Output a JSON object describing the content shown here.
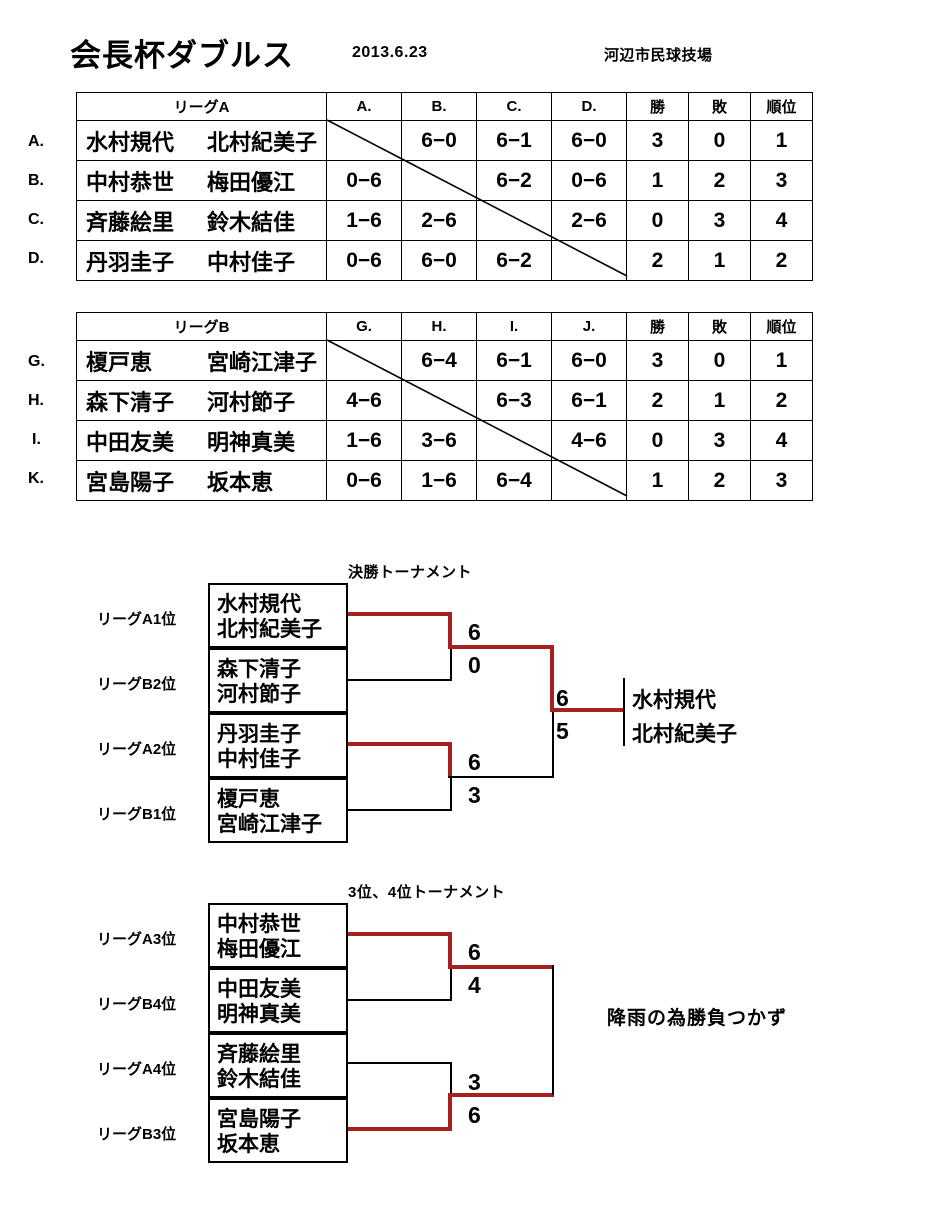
{
  "header": {
    "title": "会長杯ダブルス",
    "date": "2013.6.23",
    "venue": "河辺市民球技場"
  },
  "league_a": {
    "name_header": "リーグA",
    "columns": [
      "A.",
      "B.",
      "C.",
      "D.",
      "勝",
      "敗",
      "順位"
    ],
    "rows": [
      {
        "letter": "A.",
        "p1": "水村規代",
        "p2": "北村紀美子",
        "scores": [
          "",
          "6−0",
          "6−1",
          "6−0"
        ],
        "win": "3",
        "loss": "0",
        "rank": "1"
      },
      {
        "letter": "B.",
        "p1": "中村恭世",
        "p2": "梅田優江",
        "scores": [
          "0−6",
          "",
          "6−2",
          "0−6"
        ],
        "win": "1",
        "loss": "2",
        "rank": "3"
      },
      {
        "letter": "C.",
        "p1": "斉藤絵里",
        "p2": "鈴木結佳",
        "scores": [
          "1−6",
          "2−6",
          "",
          "2−6"
        ],
        "win": "0",
        "loss": "3",
        "rank": "4"
      },
      {
        "letter": "D.",
        "p1": "丹羽圭子",
        "p2": "中村佳子",
        "scores": [
          "0−6",
          "6−0",
          "6−2",
          ""
        ],
        "win": "2",
        "loss": "1",
        "rank": "2"
      }
    ]
  },
  "league_b": {
    "name_header": "リーグB",
    "columns": [
      "G.",
      "H.",
      "I.",
      "J.",
      "勝",
      "敗",
      "順位"
    ],
    "rows": [
      {
        "letter": "G.",
        "p1": "榎戸恵",
        "p2": "宮崎江津子",
        "scores": [
          "",
          "6−4",
          "6−1",
          "6−0"
        ],
        "win": "3",
        "loss": "0",
        "rank": "1"
      },
      {
        "letter": "H.",
        "p1": "森下清子",
        "p2": "河村節子",
        "scores": [
          "4−6",
          "",
          "6−3",
          "6−1"
        ],
        "win": "2",
        "loss": "1",
        "rank": "2"
      },
      {
        "letter": "I.",
        "p1": "中田友美",
        "p2": "明神真美",
        "scores": [
          "1−6",
          "3−6",
          "",
          "4−6"
        ],
        "win": "0",
        "loss": "3",
        "rank": "4"
      },
      {
        "letter": "K.",
        "p1": "宮島陽子",
        "p2": "坂本恵",
        "scores": [
          "0−6",
          "1−6",
          "6−4",
          ""
        ],
        "win": "1",
        "loss": "2",
        "rank": "3"
      }
    ]
  },
  "final_bracket": {
    "title": "決勝トーナメント",
    "entries": [
      {
        "seed": "リーグA1位",
        "p1": "水村規代",
        "p2": "北村紀美子"
      },
      {
        "seed": "リーグB2位",
        "p1": "森下清子",
        "p2": "河村節子"
      },
      {
        "seed": "リーグA2位",
        "p1": "丹羽圭子",
        "p2": "中村佳子"
      },
      {
        "seed": "リーグB1位",
        "p1": "榎戸恵",
        "p2": "宮崎江津子"
      }
    ],
    "semifinal_top": {
      "winner_score": "6",
      "loser_score": "0"
    },
    "semifinal_bottom": {
      "winner_score": "6",
      "loser_score": "3"
    },
    "final": {
      "winner_score": "6",
      "loser_score": "5"
    },
    "champion": {
      "p1": "水村規代",
      "p2": "北村紀美子"
    }
  },
  "consolation_bracket": {
    "title": "3位、4位トーナメント",
    "entries": [
      {
        "seed": "リーグA3位",
        "p1": "中村恭世",
        "p2": "梅田優江"
      },
      {
        "seed": "リーグB4位",
        "p1": "中田友美",
        "p2": "明神真美"
      },
      {
        "seed": "リーグA4位",
        "p1": "斉藤絵里",
        "p2": "鈴木結佳"
      },
      {
        "seed": "リーグB3位",
        "p1": "宮島陽子",
        "p2": "坂本恵"
      }
    ],
    "semifinal_top": {
      "winner_score": "6",
      "loser_score": "4"
    },
    "semifinal_bottom": {
      "winner_score": "3",
      "loser_score": "6"
    },
    "note": "降雨の為勝負つかず"
  },
  "colors": {
    "red": "#A81F1F",
    "black": "#000000"
  }
}
